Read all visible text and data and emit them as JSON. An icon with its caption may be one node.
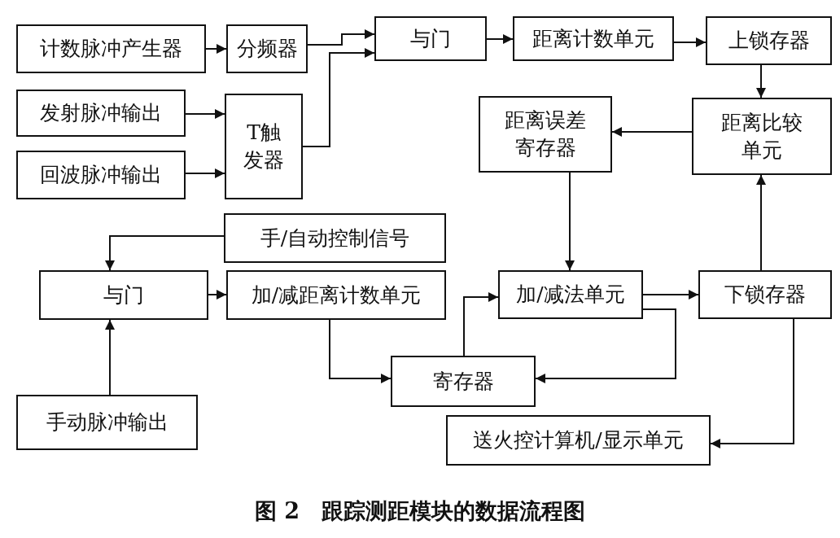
{
  "diagram": {
    "caption": "图 2　跟踪测距模块的数据流程图",
    "nodes": [
      {
        "text": [
          "计数脉冲产生器"
        ]
      },
      {
        "text": [
          "分频器"
        ]
      },
      {
        "text": [
          "与门"
        ]
      },
      {
        "text": [
          "距离计数单元"
        ]
      },
      {
        "text": [
          "上锁存器"
        ]
      },
      {
        "text": [
          "发射脉冲输出"
        ]
      },
      {
        "text": [
          "T触发器"
        ]
      },
      {
        "text": [
          "回波脉冲输出"
        ]
      },
      {
        "text": [
          "距离误差寄存器"
        ]
      },
      {
        "text": [
          "距离比较单元"
        ]
      },
      {
        "text": [
          "手/自动控制信号"
        ]
      },
      {
        "text": [
          "与门"
        ]
      },
      {
        "text": [
          "加/减距离计数单元"
        ]
      },
      {
        "text": [
          "加/减法单元"
        ]
      },
      {
        "text": [
          "下锁存器"
        ]
      },
      {
        "text": [
          "寄存器"
        ]
      },
      {
        "text": [
          "手动脉冲输出"
        ]
      },
      {
        "text": [
          "送火控计算机/显示单元"
        ]
      }
    ],
    "edges": [
      {
        "from": 0,
        "to": 1,
        "arrow": "to"
      },
      {
        "from": 1,
        "to": 2,
        "arrow": "to"
      },
      {
        "from": 6,
        "to": 2,
        "arrow": "to"
      },
      {
        "from": 2,
        "to": 3,
        "arrow": "to"
      },
      {
        "from": 3,
        "to": 4,
        "arrow": "to"
      },
      {
        "from": 4,
        "to": 9,
        "arrow": "to"
      },
      {
        "from": 5,
        "to": 6,
        "arrow": "to"
      },
      {
        "from": 7,
        "to": 6,
        "arrow": "to"
      },
      {
        "from": 9,
        "to": 8,
        "arrow": "to"
      },
      {
        "from": 8,
        "to": 13,
        "arrow": "to"
      },
      {
        "from": 10,
        "to": 11,
        "arrow": "to"
      },
      {
        "from": 16,
        "to": 11,
        "arrow": "to"
      },
      {
        "from": 11,
        "to": 12,
        "arrow": "to"
      },
      {
        "from": 12,
        "to": 15,
        "arrow": "to"
      },
      {
        "from": 15,
        "to": 13,
        "arrow": "to"
      },
      {
        "from": 13,
        "to": 14,
        "arrow": "to"
      },
      {
        "from": 13,
        "to": 15,
        "arrow": "to"
      },
      {
        "from": 14,
        "to": 9,
        "arrow": "to"
      },
      {
        "from": 14,
        "to": 17,
        "arrow": "to"
      }
    ]
  }
}
